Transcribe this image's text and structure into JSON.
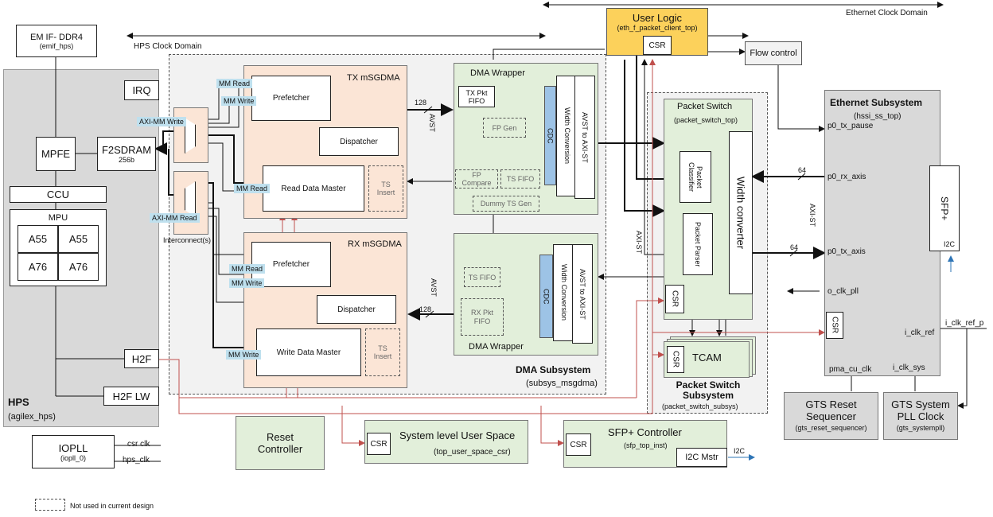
{
  "clock_domains": {
    "ethernet": "Ethernet Clock Domain",
    "hps": "HPS Clock Domain"
  },
  "emif": {
    "title": "EM IF- DDR4",
    "sub": "(emif_hps)"
  },
  "hps": {
    "title": "HPS",
    "sub": "(agilex_hps)",
    "irq": "IRQ",
    "mpfe": "MPFE",
    "f2sdram": "F2SDRAM",
    "f2sdram_width": "256b",
    "ccu": "CCU",
    "mpu": "MPU",
    "cores": [
      "A55",
      "A55",
      "A76",
      "A76"
    ],
    "h2f": "H2F",
    "h2f_lw": "H2F LW"
  },
  "interconnect": {
    "label": "Interconnect(s)",
    "axi_write": "AXI-MM Write",
    "axi_read": "AXI-MM Read"
  },
  "tx_msgdma": {
    "title": "TX mSGDMA",
    "prefetcher": "Prefetcher",
    "dispatcher": "Dispatcher",
    "master": "Read Data Master",
    "ts_insert": "TS Insert",
    "mm_read": "MM Read",
    "mm_write": "MM Write",
    "mm_read2": "MM Read"
  },
  "rx_msgdma": {
    "title": "RX mSGDMA",
    "prefetcher": "Prefetcher",
    "dispatcher": "Dispatcher",
    "master": "Write Data Master",
    "ts_insert": "TS Insert",
    "mm_read": "MM Read",
    "mm_write": "MM Write",
    "mm_write2": "MM Write"
  },
  "dma_wrapper_tx": {
    "title": "DMA Wrapper",
    "tx_pkt_fifo": "TX Pkt FIFO",
    "fp_gen": "FP Gen",
    "fp_compare": "FP Compare",
    "ts_fifo": "TS FIFO",
    "dummy_ts_gen": "Dummy TS Gen",
    "cdc": "CDC",
    "width_conv": "Width Conversion",
    "avst_axist": "AVST to AXI-ST"
  },
  "dma_wrapper_rx": {
    "title": "DMA Wrapper",
    "ts_fifo": "TS FIFO",
    "rx_pkt_fifo": "RX Pkt FIFO",
    "cdc": "CDC",
    "width_conv": "Width Conversion",
    "avst_axist": "AVST to AXI-ST"
  },
  "bus": {
    "w128": "128",
    "avst": "AVST",
    "w64": "64",
    "axist": "AXI-ST"
  },
  "dma_subsystem": {
    "title": "DMA Subsystem",
    "sub": "(subsys_msgdma)"
  },
  "user_logic": {
    "title": "User Logic",
    "sub": "(eth_f_packet_client_top)",
    "csr": "CSR"
  },
  "flow_control": "Flow control",
  "packet_switch": {
    "title": "Packet Switch",
    "sub": "(packet_switch_top)",
    "classifier": "Packet Classifier",
    "parser": "Packet Parser",
    "width_converter": "Width converter",
    "csr": "CSR",
    "tcam_csr": "CSR",
    "tcam": "TCAM"
  },
  "packet_switch_subsystem": {
    "title": "Packet Switch Subsystem",
    "sub": "(packet_switch_subsys)"
  },
  "ethernet": {
    "title": "Ethernet Subsystem",
    "sub": "(hssi_ss_top)",
    "p0_tx_pause": "p0_tx_pause",
    "p0_rx_axis": "p0_rx_axis",
    "p0_tx_axis": "p0_tx_axis",
    "o_clk_pll": "o_clk_pll",
    "csr": "CSR",
    "i_clk_ref": "i_clk_ref",
    "pma_cu_clk": "pma_cu_clk",
    "i_clk_sys": "i_clk_sys",
    "sfp": "SFP+",
    "i2c": "I2C",
    "axist": "AXI-ST"
  },
  "i_clk_ref_p": "i_clk_ref_p",
  "gts_reset": {
    "title": "GTS Reset Sequencer",
    "sub": "(gts_reset_sequencer)"
  },
  "gts_pll": {
    "title": "GTS System PLL Clock",
    "sub": "(gts_systempll)"
  },
  "reset_controller": "Reset Controller",
  "user_space": {
    "csr": "CSR",
    "title": "System level User Space",
    "sub": "(top_user_space_csr)"
  },
  "sfp_controller": {
    "csr": "CSR",
    "title": "SFP+ Controller",
    "sub": "(sfp_top_inst)",
    "i2c_mstr": "I2C Mstr",
    "i2c": "I2C"
  },
  "iopll": {
    "title": "IOPLL",
    "sub": "(iopll_0)",
    "csr_clk": "csr clk",
    "hps_clk": "hps_clk"
  },
  "legend": "Not used in current design",
  "colors": {
    "dma_region": "#f2f2f2",
    "msgdma": "#fbe5d6",
    "wrapper": "#e2efda",
    "user_logic": "#fcd15b",
    "gray_block": "#d9d9d9",
    "tag": "#bfe0ee",
    "cdc": "#9dc3e6",
    "reset_line": "#c0504d",
    "i2c_line": "#2e75b6"
  }
}
